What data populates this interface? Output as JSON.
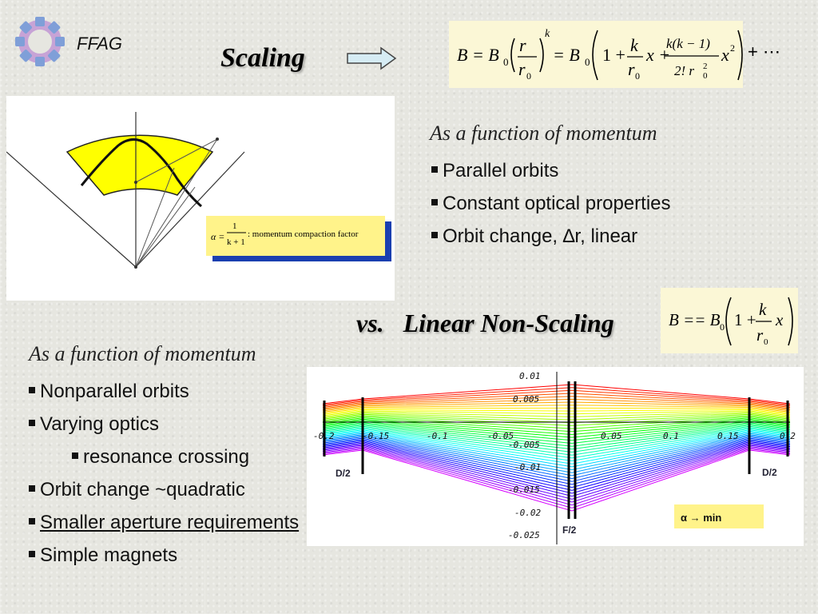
{
  "header": {
    "logo_label": "FFAG",
    "scaling_title": "Scaling"
  },
  "formulas": {
    "scaling_lhs": "B = B",
    "scaling_r": "r",
    "scaling_r0": "r",
    "scaling_exp": "k",
    "scaling_eq2": "= B",
    "scaling_one_plus": "1 +",
    "scaling_k": "k",
    "scaling_x": "x +",
    "scaling_kk1": "k(k − 1)",
    "scaling_den": "2! r",
    "scaling_x2": "x",
    "scaling_tail": "+ ⋯",
    "linear_lhs": "B == B",
    "linear_one_plus": "1 +",
    "linear_k": "k",
    "linear_r0": "r",
    "linear_x": "x"
  },
  "scaling_section": {
    "subtitle": "As a function of momentum",
    "bullets": [
      "Parallel orbits",
      "Constant optical properties",
      "Orbit change, ∆r, linear"
    ],
    "figure": {
      "alpha_label": "α =",
      "fraction_num": "1",
      "fraction_den": "k + 1",
      "factor_text": ":  momentum compaction factor"
    }
  },
  "comparison": {
    "vs": "vs.",
    "title": "Linear Non-Scaling"
  },
  "linear_section": {
    "subtitle": "As a function of momentum",
    "bullets": [
      "Nonparallel orbits",
      "Varying optics",
      "resonance crossing",
      "Orbit change ~quadratic",
      "Smaller aperture requirements",
      "Simple magnets"
    ]
  },
  "orbit_plot": {
    "x_ticks": [
      "-0.2",
      "-0.15",
      "-0.1",
      "-0.05",
      "0.05",
      "0.1",
      "0.15",
      "0.2"
    ],
    "y_ticks": [
      "0.01",
      "0.005",
      "-0.005",
      "-0.01",
      "-0.015",
      "-0.02",
      "-0.025"
    ],
    "label_d_left": "D/2",
    "label_d_right": "D/2",
    "label_f": "F/2",
    "alpha_min": "α → min",
    "colors": {
      "alpha_box": "#fff38a",
      "sector_fill": "#ffff00",
      "formula_bg": "#fbf7d6"
    }
  }
}
